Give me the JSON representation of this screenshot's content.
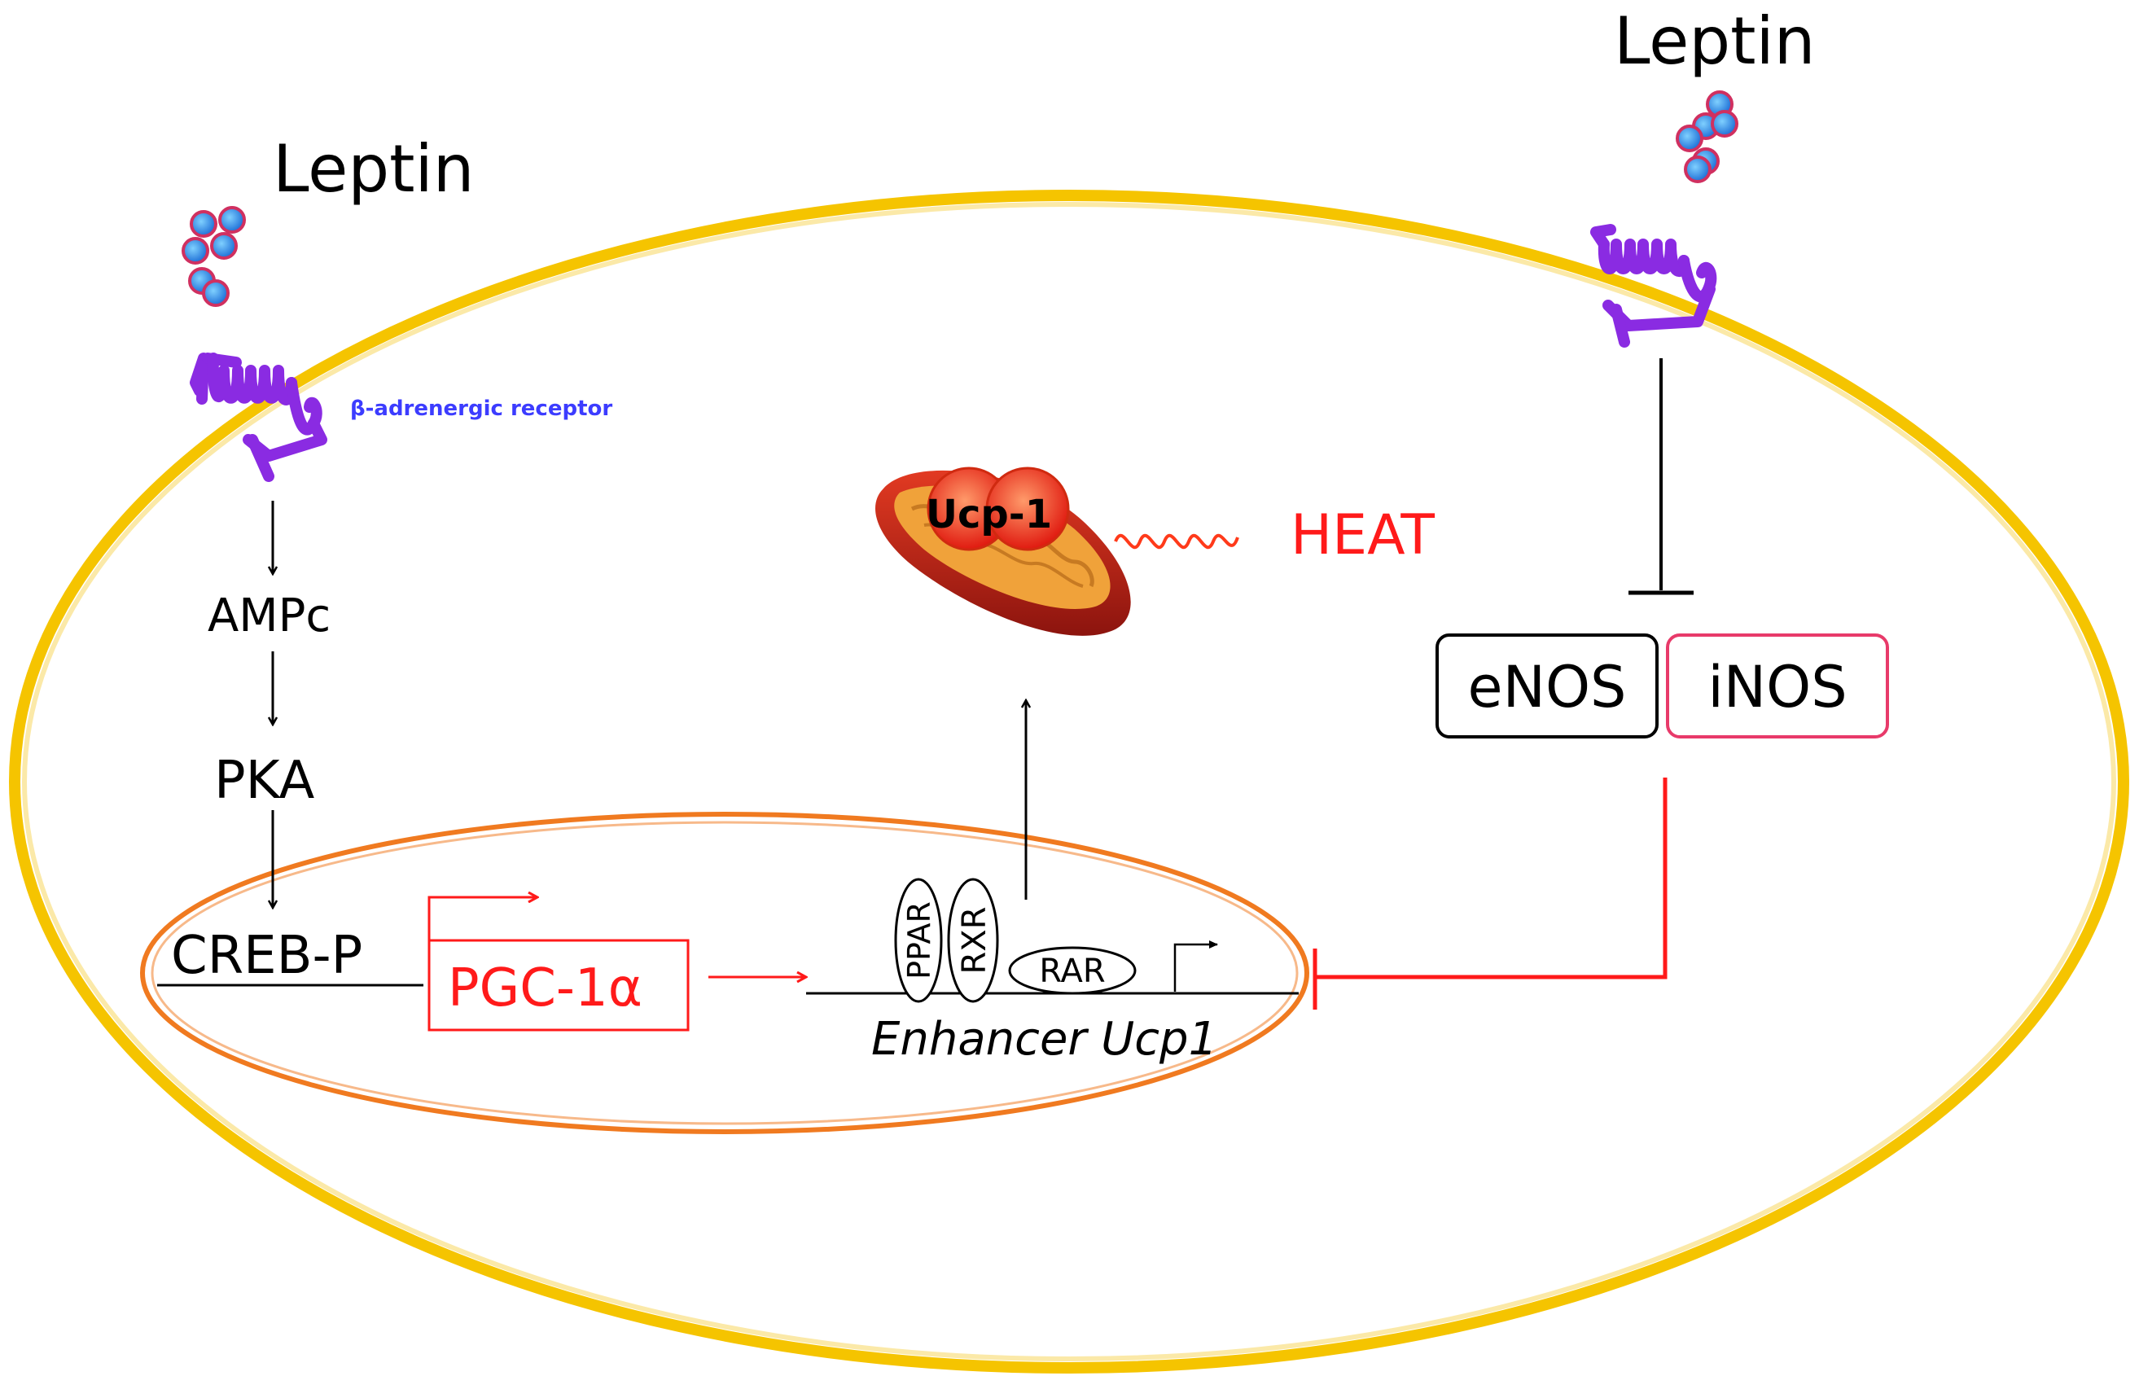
{
  "labels": {
    "leptin_left": "Leptin",
    "leptin_right": "Leptin",
    "receptor": "β-adrenergic receptor",
    "ampc": "AMPc",
    "pka": "PKA",
    "creb": "CREB-P",
    "pgc": "PGC-1α",
    "ppar": "PPAR",
    "rxr": "RXR",
    "rar": "RAR",
    "enhancer": "Enhancer Ucp1",
    "ucp1": "Ucp-1",
    "heat": "HEAT",
    "enos": "eNOS",
    "inos": "iNOS"
  },
  "colors": {
    "cell_membrane": "#f5c400",
    "nucleus": "#f07a20",
    "receptor": "#8a2be2",
    "receptor_label": "#3c3cff",
    "activation_red": "#ff1a1a",
    "ligand": "#1e90ff",
    "mitochondria": "#c0261a"
  }
}
